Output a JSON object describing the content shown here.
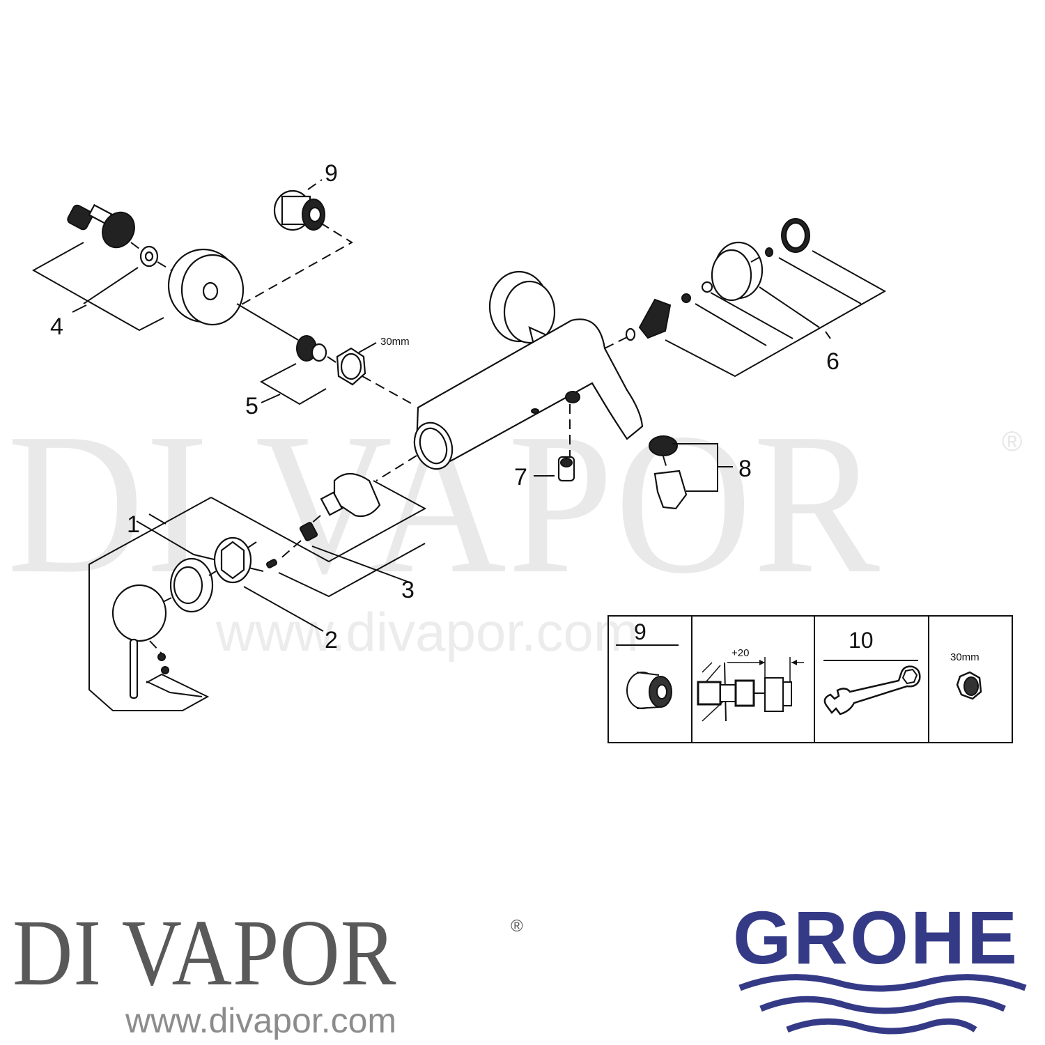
{
  "watermark": {
    "brand": "DI VAPOR",
    "registered": "®",
    "url": "www.divapor.com"
  },
  "diagram": {
    "title": "",
    "callouts": [
      {
        "id": "1",
        "label": "1"
      },
      {
        "id": "2",
        "label": "2"
      },
      {
        "id": "3",
        "label": "3"
      },
      {
        "id": "4",
        "label": "4"
      },
      {
        "id": "5",
        "label": "5"
      },
      {
        "id": "6",
        "label": "6"
      },
      {
        "id": "7",
        "label": "7"
      },
      {
        "id": "8",
        "label": "8"
      },
      {
        "id": "9",
        "label": "9"
      }
    ],
    "annotations": {
      "nut_size": "30mm"
    }
  },
  "legend": {
    "cells": [
      {
        "number": "9",
        "caption": ""
      },
      {
        "dimension": "+20"
      },
      {
        "number": "10",
        "caption": ""
      },
      {
        "size": "30mm"
      }
    ]
  },
  "footer": {
    "dealer": {
      "name": "DI VAPOR",
      "registered": "®",
      "url": "www.divapor.com"
    },
    "manufacturer": {
      "name": "GROHE",
      "color": "#353a87"
    }
  }
}
